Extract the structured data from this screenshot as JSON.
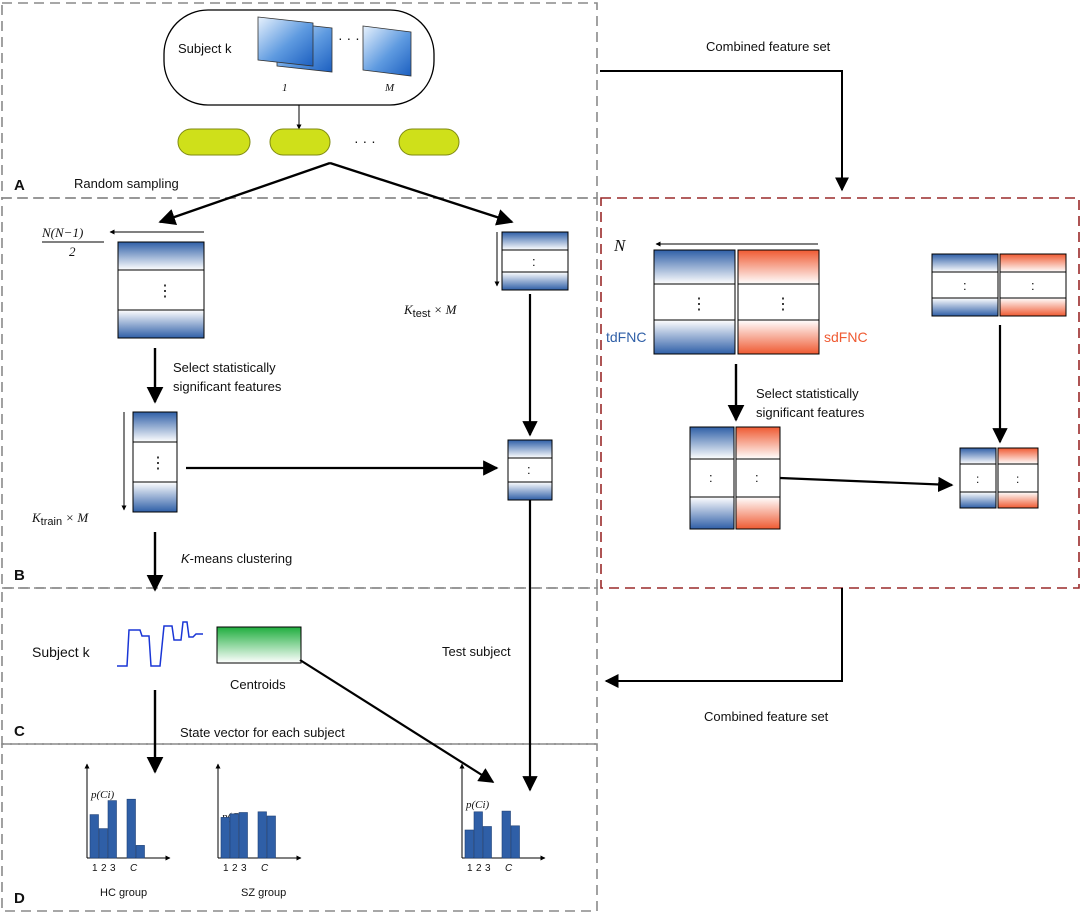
{
  "panels": {
    "a": "A",
    "b": "B",
    "c": "C",
    "d": "D"
  },
  "panel_a": {
    "subject_label": "Subject k",
    "first_index": "1",
    "last_index": "M",
    "dots": "· · ·",
    "sampling_label": "Random sampling"
  },
  "panel_b": {
    "train_dim": "N(N−1)",
    "train_dim_den": "2",
    "select_label_1": "Select statistically",
    "select_label_2": "significant features",
    "test_dim": "Ktest × M",
    "train_k_dim": "Ktrain × M",
    "kmeans_label": "K-means clustering",
    "vdots": "⋮",
    "colon": ":"
  },
  "combined": {
    "top_label": "Combined feature set",
    "bottom_label": "Combined feature set",
    "n_label": "N",
    "tdfnc": "tdFNC",
    "sdfnc": "sdFNC",
    "select_label_1": "Select statistically",
    "select_label_2": "significant features"
  },
  "panel_c": {
    "subject_label": "Subject k",
    "centroids_label": "Centroids",
    "test_subject_label": "Test subject",
    "state_vector_label": "State vector for each subject"
  },
  "panel_d": {
    "y_label": "p(Ci)",
    "hc_group": "HC group",
    "sz_group": "SZ group",
    "ticks": [
      "1",
      "2",
      "3",
      "C"
    ],
    "hc_bars": [
      0.62,
      0.42,
      0.82,
      0.84,
      0.18
    ],
    "sz_bars": [
      0.58,
      0.63,
      0.65,
      0.66,
      0.6
    ],
    "test_bars": [
      0.4,
      0.66,
      0.45,
      0.67,
      0.46
    ]
  },
  "colors": {
    "blue": "#2f5fa7",
    "orange": "#ef5a32",
    "lime": "#cfe01a",
    "green": "#2fbf4c",
    "dashed_grey": "#8a8a8a",
    "dashed_red": "#9a2a2a",
    "line_blue": "#1a36d6"
  }
}
